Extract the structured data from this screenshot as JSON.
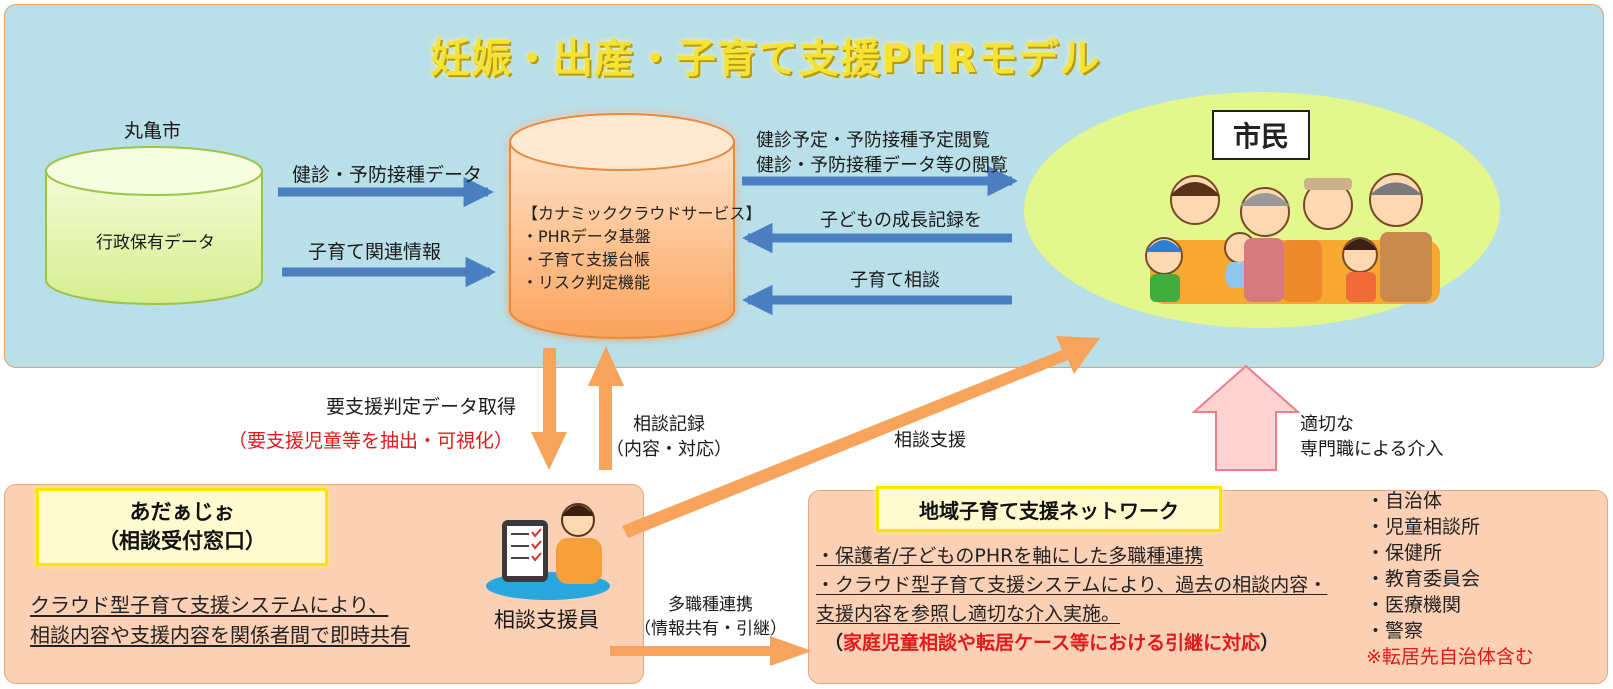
{
  "title": "妊娠・出産・子育て支援PHRモデル",
  "city": {
    "label": "丸亀市",
    "db_label": "行政保有データ"
  },
  "flows_left": {
    "checkup_data": "健診・予防接種データ",
    "childcare_info": "子育て関連情報"
  },
  "cloud": {
    "heading": "【カナミッククラウドサービス】",
    "items": [
      "・PHRデータ基盤",
      "・子育て支援台帳",
      "・リスク判定機能"
    ]
  },
  "flows_right": {
    "view_line1": "健診予定・予防接種予定閲覧",
    "view_line2": "健診・予防接種データ等の閲覧",
    "growth_record": "子どもの成長記録を",
    "consult": "子育て相談"
  },
  "citizens": {
    "label": "市民"
  },
  "middle": {
    "support_data": "要支援判定データ取得",
    "support_data_note": "（要支援児童等を抽出・可視化）",
    "consult_record_line1": "相談記録",
    "consult_record_line2": "（内容・対応）",
    "consult_support": "相談支援",
    "intervention_line1": "適切な",
    "intervention_line2": "専門職による介入"
  },
  "adajio": {
    "name_line1": "あだぁじぉ",
    "name_line2": "（相談受付窓口）",
    "desc_line1": "クラウド型子育て支援システムにより、",
    "desc_line2": "相談内容や支援内容を関係者間で即時共有",
    "staff": "相談支援員"
  },
  "handover": {
    "line1": "多職種連携",
    "line2": "（情報共有・引継）"
  },
  "network": {
    "title": "地域子育て支援ネットワーク",
    "line1": "・保護者/子どものPHRを軸にした多職種連携",
    "line2": "・クラウド型子育て支援システムにより、過去の相談内容・",
    "line3": "支援内容を参照し適切な介入実施。",
    "note_open": "（",
    "note_red": "家庭児童相談や転居ケース等における引継に対応",
    "note_close": "）"
  },
  "organizations": [
    "・自治体",
    "・児童相談所",
    "・保健所",
    "・教育委員会",
    "・医療機関",
    "・警察"
  ],
  "org_note": "※転居先自治体含む",
  "colors": {
    "top_panel": "#b9dfe9",
    "bottom_panels": "#fbd0b5",
    "blue_arrow": "#4b7fc1",
    "orange_arrow": "#f7a35c",
    "title_yellow": "#f6e233",
    "highlight_red": "#e01b1b"
  }
}
